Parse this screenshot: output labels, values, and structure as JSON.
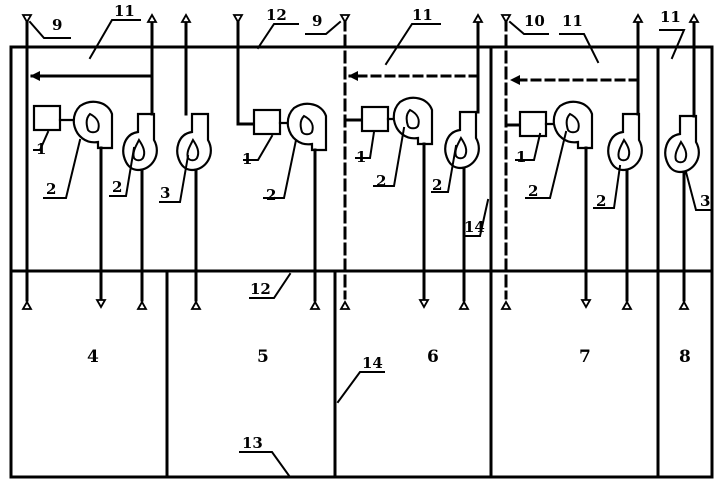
{
  "callouts": {
    "c1": "1",
    "c2": "2",
    "c3": "3",
    "c9": "9",
    "c10": "10",
    "c11": "11",
    "c12": "12",
    "c13": "13",
    "c14": "14"
  },
  "rooms": {
    "r4": "4",
    "r5": "5",
    "r6": "6",
    "r7": "7",
    "r8": "8"
  },
  "colors": {
    "ink": "#000000",
    "background": "#ffffff"
  }
}
